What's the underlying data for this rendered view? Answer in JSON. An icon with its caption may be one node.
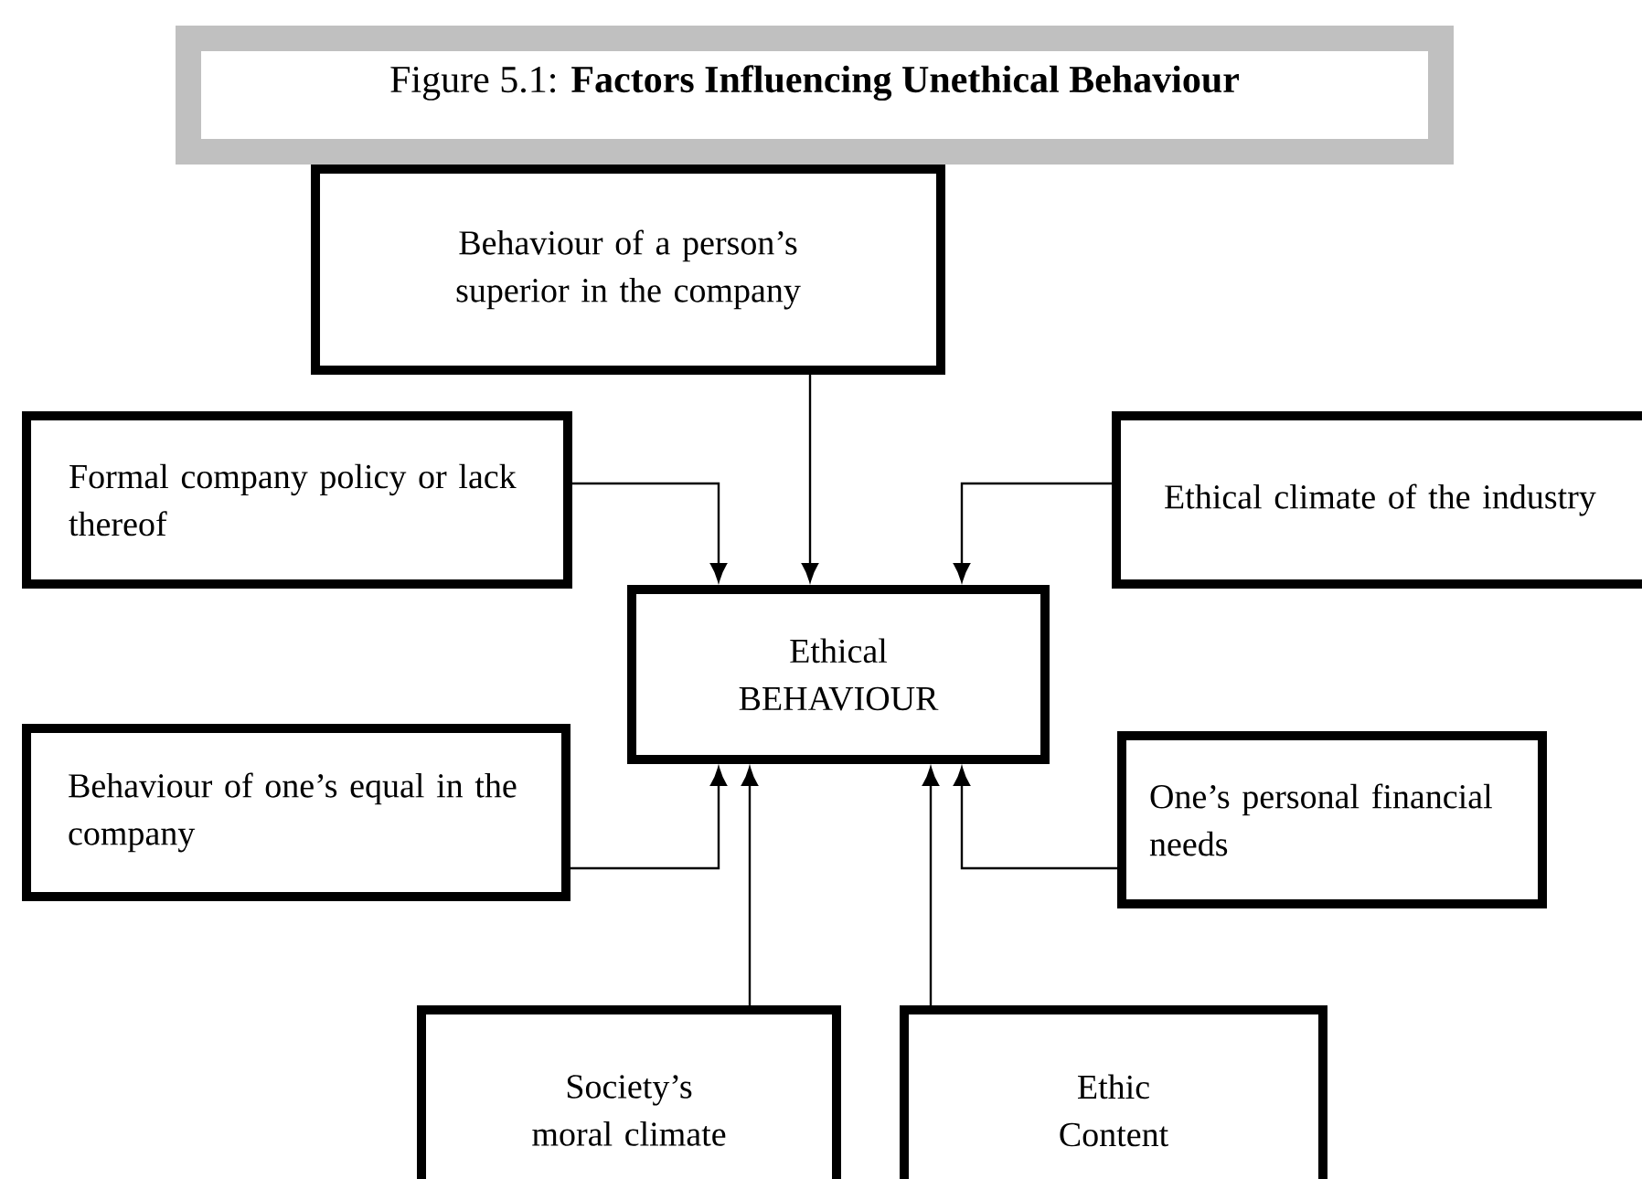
{
  "diagram": {
    "title": "Figure 5.1: **Factors Influencing Unethical Behaviour**",
    "nodes": [
      {
        "text": [
          "Behaviour of a person’s superior in the company"
        ]
      },
      {
        "text": [
          "Formal company policy or lack thereof"
        ]
      },
      {
        "text": [
          "Ethical climate of the industry"
        ]
      },
      {
        "text": [
          "Ethical BEHAVIOUR"
        ]
      },
      {
        "text": [
          "Behaviour of one’s equal in the company"
        ]
      },
      {
        "text": [
          "One’s personal financial needs"
        ]
      },
      {
        "text": [
          "Society’s moral climate"
        ]
      },
      {
        "text": [
          "Ethic Content"
        ]
      }
    ],
    "edges": [
      {
        "from": 0,
        "to": 3,
        "arrow": "to"
      },
      {
        "from": 1,
        "to": 3,
        "arrow": "to"
      },
      {
        "from": 2,
        "to": 3,
        "arrow": "to"
      },
      {
        "from": 4,
        "to": 3,
        "arrow": "to"
      },
      {
        "from": 6,
        "to": 3,
        "arrow": "to"
      },
      {
        "from": 7,
        "to": 3,
        "arrow": "to"
      },
      {
        "from": 5,
        "to": 3,
        "arrow": "to"
      }
    ]
  }
}
